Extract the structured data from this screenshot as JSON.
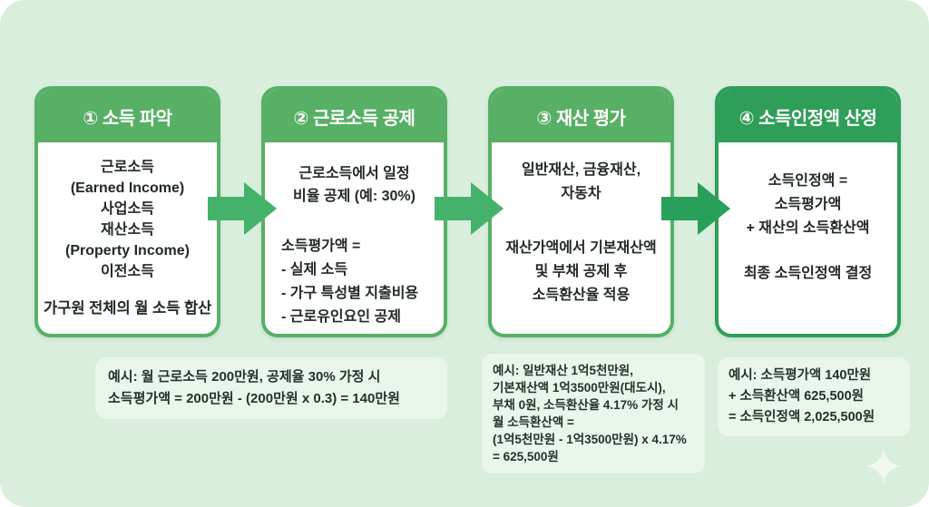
{
  "page": {
    "background_color": "#d9eedd",
    "frame_color": "#ffffff"
  },
  "flow": {
    "cards": [
      {
        "title": "① 소득 파악",
        "accent_color": "#57b065",
        "header_text_color": "#ffffff",
        "sections": [
          {
            "lines": [
              "근로소득",
              "(Earned Income)",
              "사업소득",
              "재산소득",
              "(Property Income)",
              "이전소득"
            ]
          },
          {
            "lines": [
              "가구원 전체의 월 소득 합산"
            ]
          }
        ]
      },
      {
        "title": "② 근로소득 공제",
        "accent_color": "#57b065",
        "header_text_color": "#ffffff",
        "sections": [
          {
            "lines": [
              "근로소득에서 일정",
              "비율 공제 (예: 30%)"
            ]
          },
          {
            "lines": [
              "소득평가액 =",
              "- 실제 소득",
              "- 가구 특성별 지출비용",
              "- 근로유인요인 공제"
            ]
          }
        ]
      },
      {
        "title": "③ 재산 평가",
        "accent_color": "#57b065",
        "header_text_color": "#ffffff",
        "sections": [
          {
            "lines": [
              "일반재산, 금융재산,",
              "자동차"
            ]
          },
          {
            "lines": [
              "재산가액에서 기본재산액",
              "및 부채 공제 후",
              "소득환산율 적용"
            ]
          }
        ]
      },
      {
        "title": "④ 소득인정액 산정",
        "accent_color": "#2f9e58",
        "header_text_color": "#ffffff",
        "sections": [
          {
            "lines": [
              "소득인정액 =",
              "소득평가액",
              "+ 재산의 소득환산액"
            ]
          },
          {
            "lines": [
              "최종 소득인정액 결정"
            ]
          }
        ]
      }
    ],
    "arrows": [
      {
        "direction": "right",
        "color": "#44b26b"
      },
      {
        "direction": "right",
        "color": "#44b26b"
      },
      {
        "direction": "right",
        "color": "#28a05a"
      }
    ]
  },
  "examples": [
    {
      "lines": [
        "예시: 월 근로소득 200만원, 공제율 30% 가정 시",
        "소득평가액 = 200만원 - (200만원 x 0.3) = 140만원"
      ]
    },
    {
      "lines": [
        "예시: 일반재산 1억5천만원,",
        "기본재산액 1억3500만원(대도시),",
        "부채 0원, 소득환산율 4.17% 가정 시",
        "월 소득환산액 =",
        "(1억5천만원 - 1억3500만원) x 4.17%",
        "= 625,500원"
      ]
    },
    {
      "lines": [
        "예시: 소득평가액 140만원",
        "+ 소득환산액 625,500원",
        "= 소득인정액 2,025,500원"
      ]
    }
  ],
  "icons": {
    "sparkle": "four-pointed-star"
  }
}
